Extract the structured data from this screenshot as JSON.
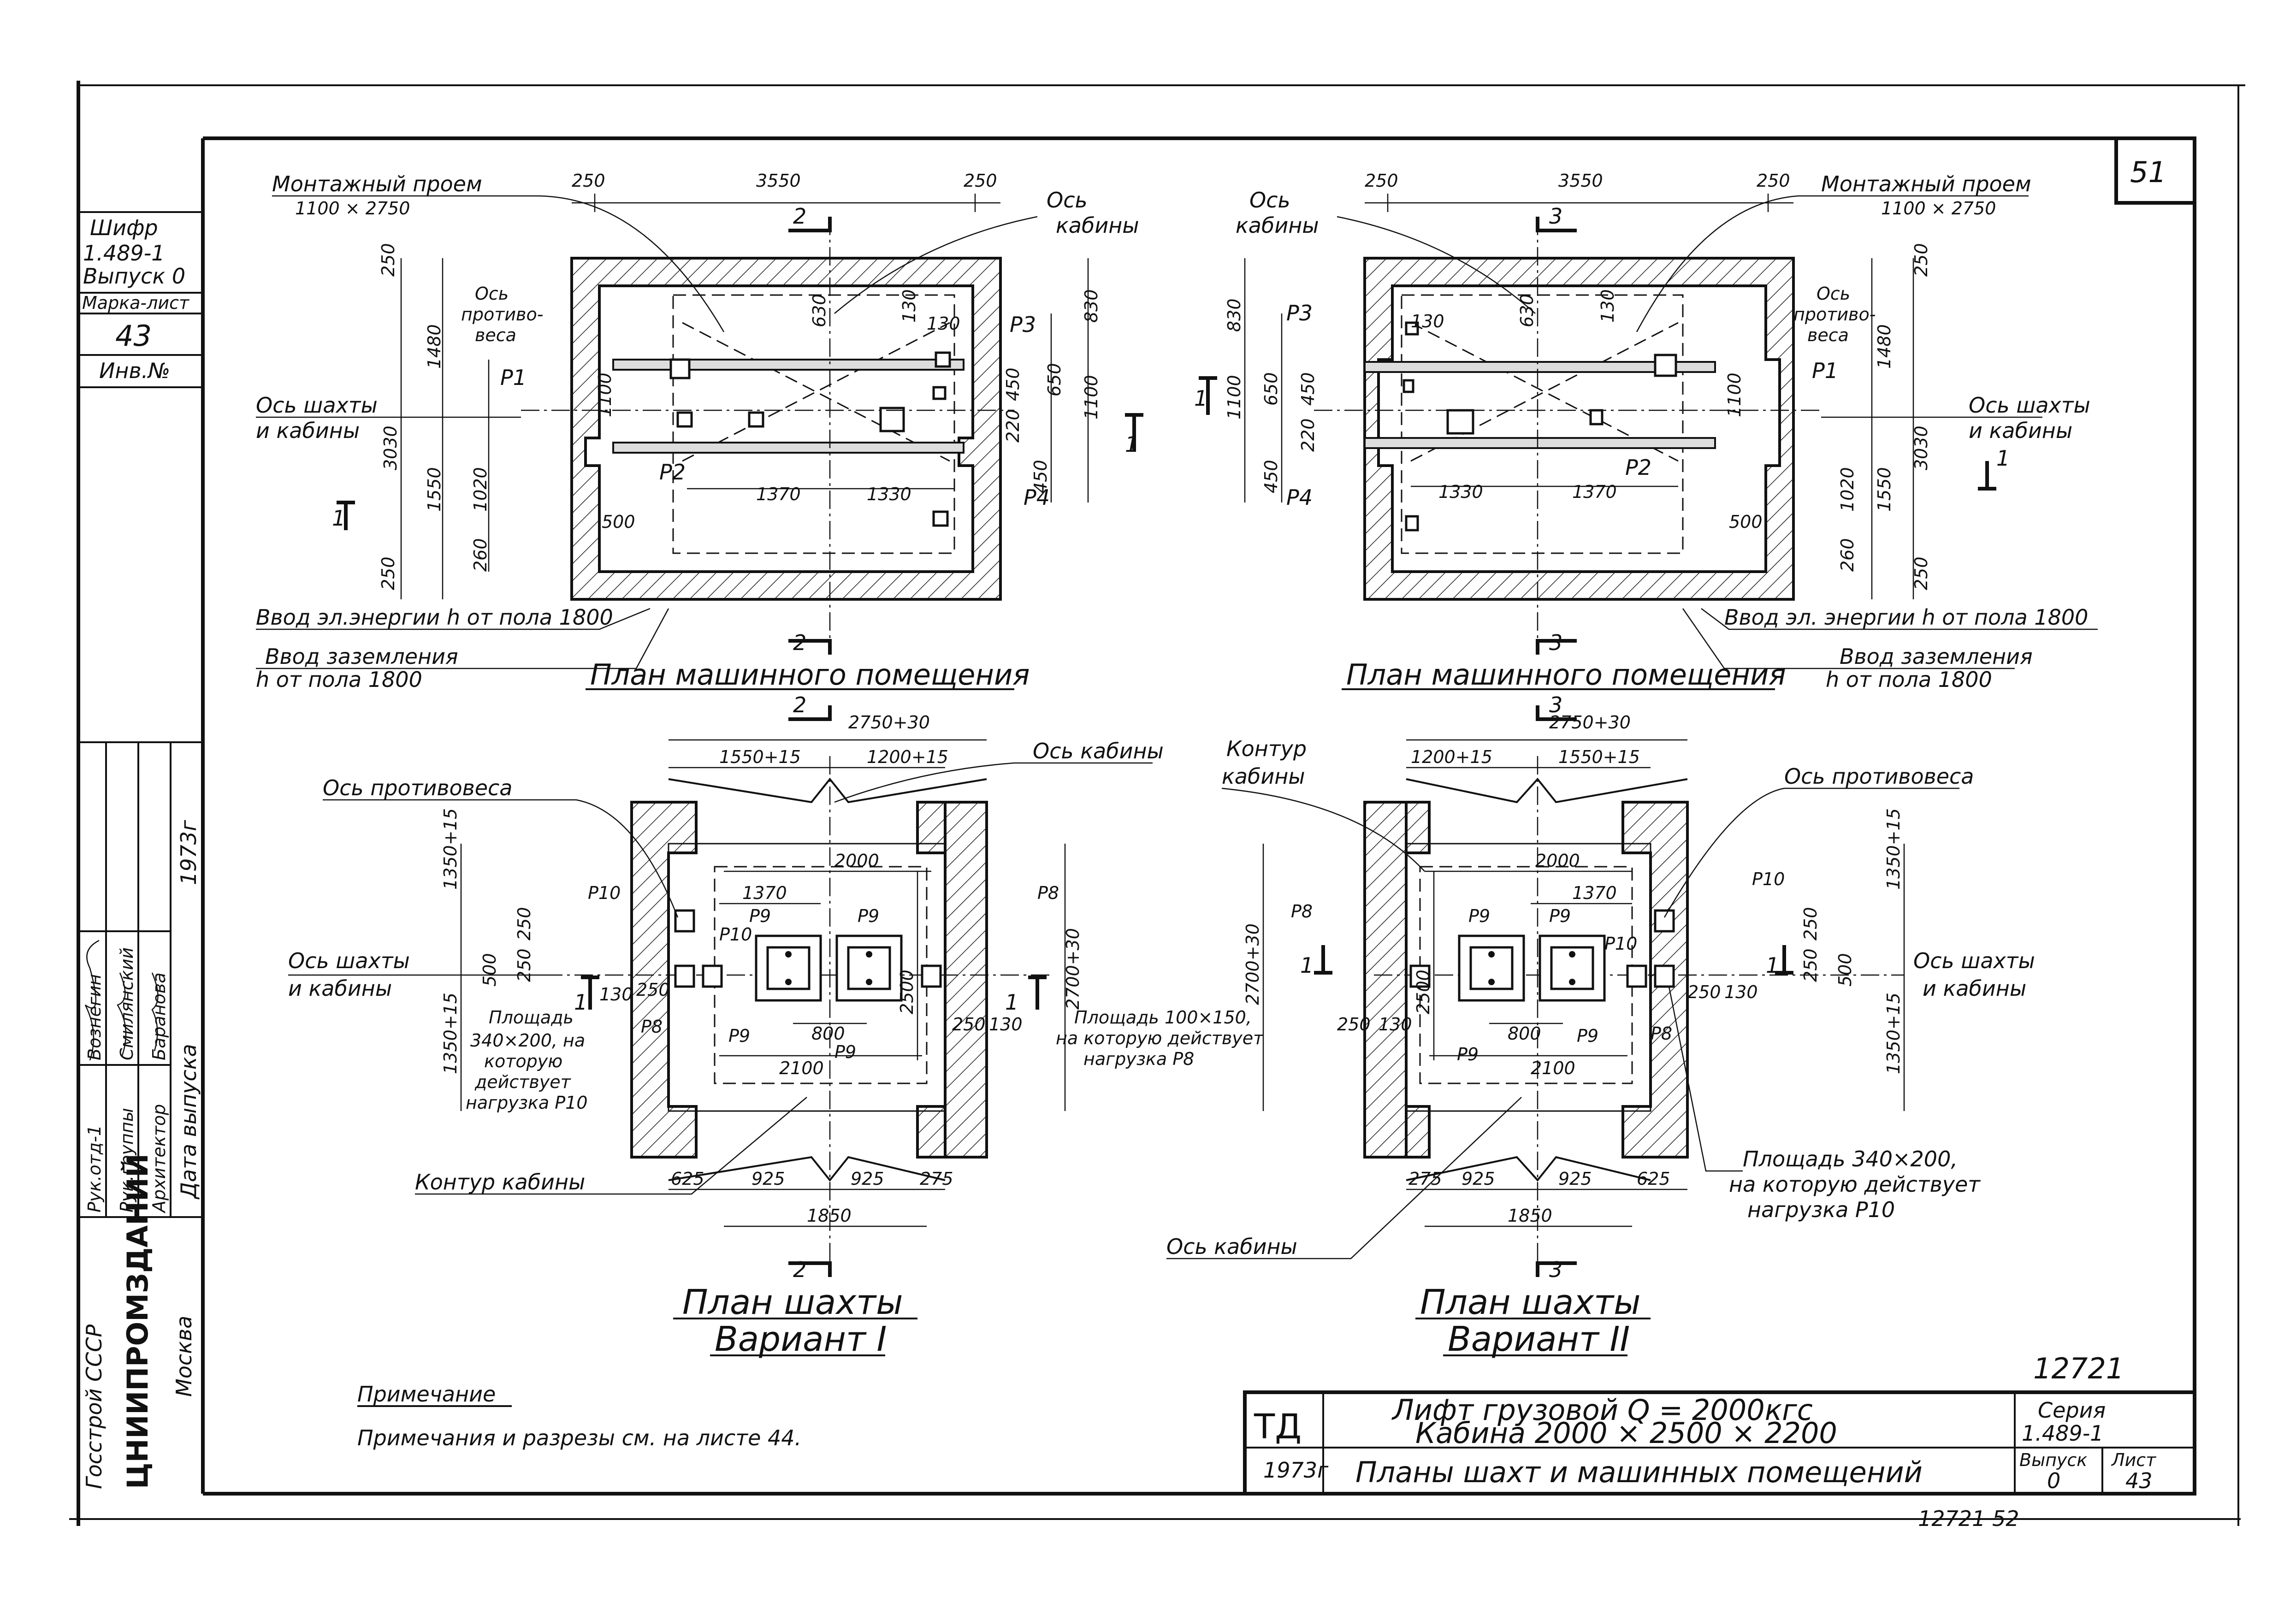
{
  "page_number": "51",
  "stamp_left": {
    "shifr_label": "Шифр",
    "shifr_value": "1.489-1",
    "vypusk": "Выпуск 0",
    "marka_label": "Марка-лист",
    "marka_value": "43",
    "inv_label": "Инв.№",
    "roles": [
      "Рук.отд-1",
      "Рук.группы",
      "Архитектор"
    ],
    "names": [
      "Вознегин",
      "Смилянский",
      "Баранова"
    ],
    "date_label": "Дата выпуска",
    "date_value": "1973г",
    "org1": "Госстрой СССР",
    "org2": "ЦНИИПРОМЗДАНИЙ",
    "org3": "Москва"
  },
  "machine_plan_left": {
    "title": "План машинного помещения",
    "montazh": "Монтажный проем",
    "montazh_size": "1100 × 2750",
    "os_kabiny_1": "Ось",
    "os_kabiny_2": "кабины",
    "os_protiv_1": "Ось",
    "os_protiv_2": "противо-",
    "os_protiv_3": "веса",
    "os_shakhty_1": "Ось шахты",
    "os_shakhty_2": "и кабины",
    "vvod_energii": "Ввод эл.энергии h от пола 1800",
    "vvod_zazeml_1": "Ввод заземления",
    "vvod_zazeml_2": "h от пола 1800",
    "dims_top": [
      "250",
      "3550",
      "250"
    ],
    "dims_left": [
      "250",
      "1480",
      "1550",
      "250",
      "3030",
      "1100",
      "1020",
      "260",
      "500"
    ],
    "dims_right": [
      "830",
      "650",
      "450",
      "220",
      "450",
      "1100"
    ],
    "dims_inner": [
      "630",
      "130",
      "130",
      "1370",
      "1330"
    ],
    "loads": [
      "P1",
      "P2",
      "P3",
      "P4"
    ],
    "section_mark": "2",
    "section_side": "1"
  },
  "machine_plan_right": {
    "title": "План машинного помещения",
    "montazh": "Монтажный проем",
    "montazh_size": "1100 × 2750",
    "os_kabiny_1": "Ось",
    "os_kabiny_2": "кабины",
    "os_protiv_1": "Ось",
    "os_protiv_2": "противо-",
    "os_protiv_3": "веса",
    "os_shakhty_1": "Ось шахты",
    "os_shakhty_2": "и кабины",
    "vvod_energii": "Ввод эл. энергии h от пола 1800",
    "vvod_zazeml_1": "Ввод заземления",
    "vvod_zazeml_2": "h от пола 1800",
    "dims_top": [
      "250",
      "3550",
      "250"
    ],
    "dims_left": [
      "830",
      "1100",
      "650",
      "450",
      "450",
      "220"
    ],
    "dims_right": [
      "250",
      "1480",
      "3030",
      "1550",
      "1020",
      "260",
      "250",
      "1100",
      "500"
    ],
    "dims_inner": [
      "130",
      "630",
      "130",
      "1330",
      "1370"
    ],
    "loads": [
      "P3",
      "P1",
      "P2",
      "P4"
    ],
    "section_mark": "3",
    "section_side": "1"
  },
  "shaft_plan_left": {
    "title": "План шахты",
    "variant": "Вариант I",
    "os_protivovesa": "Ось противовеса",
    "os_kabiny": "Ось кабины",
    "os_shakhty_1": "Ось шахты",
    "os_shakhty_2": "и кабины",
    "kontur": "Контур кабины",
    "ploshchad_1": "Площадь",
    "ploshchad_2": "340×200, на",
    "ploshchad_3": "которую",
    "ploshchad_4": "действует",
    "ploshchad_5": "нагрузка P10",
    "ploshchad_b1": "Площадь 100×150,",
    "ploshchad_b2": "на которую действует",
    "ploshchad_b3": "нагрузка P8",
    "dims_top": [
      "2750+30",
      "1550+15",
      "1200+15"
    ],
    "dims_left": [
      "1350+15",
      "500",
      "250",
      "250",
      "1350+15",
      "130",
      "250"
    ],
    "dims_right": [
      "2700+30",
      "250",
      "130"
    ],
    "dims_inner": [
      "2000",
      "1370",
      "800",
      "2500",
      "2100"
    ],
    "dims_bottom": [
      "625",
      "925",
      "925",
      "275",
      "1850"
    ],
    "loads": [
      "P10",
      "P9",
      "P10",
      "P9",
      "P8",
      "P9",
      "P9",
      "P8"
    ],
    "section_mark": "2",
    "section_side": "1"
  },
  "shaft_plan_right": {
    "title": "План шахты",
    "variant": "Вариант II",
    "kontur_1": "Контур",
    "kontur_2": "кабины",
    "os_protivovesa": "Ось противовеса",
    "os_shakhty_1": "Ось шахты",
    "os_shakhty_2": "и кабины",
    "os_kabiny": "Ось кабины",
    "ploshchad_1": "Площадь 340×200,",
    "ploshchad_2": "на которую действует",
    "ploshchad_3": "нагрузка P10",
    "dims_top": [
      "2750+30",
      "1200+15",
      "1550+15"
    ],
    "dims_left": [
      "2700+30",
      "130",
      "250"
    ],
    "dims_right": [
      "1350+15",
      "250",
      "250",
      "500",
      "1350+15",
      "250",
      "130"
    ],
    "dims_inner": [
      "2000",
      "1370",
      "2500",
      "800",
      "2100"
    ],
    "dims_bottom": [
      "275",
      "925",
      "925",
      "625",
      "1850"
    ],
    "loads": [
      "P8",
      "P9",
      "P9",
      "P10",
      "P10",
      "P9",
      "P9",
      "P8"
    ],
    "section_mark": "3",
    "section_side": "1"
  },
  "note": {
    "title": "Примечание",
    "text": "Примечания и разрезы см. на листе 44."
  },
  "title_block": {
    "archive_number": "12721",
    "logo": "ТД",
    "line1": "Лифт грузовой Q = 2000кгс",
    "line2": "Кабина 2000 × 2500 × 2200",
    "year": "1973г",
    "sheet_title": "Планы шахт и машинных помещений",
    "seriya_label": "Серия",
    "seriya_value": "1.489-1",
    "vypusk_label": "Выпуск",
    "vypusk_value": "0",
    "list_label": "Лист",
    "list_value": "43",
    "bottom_number": "12721 52"
  }
}
